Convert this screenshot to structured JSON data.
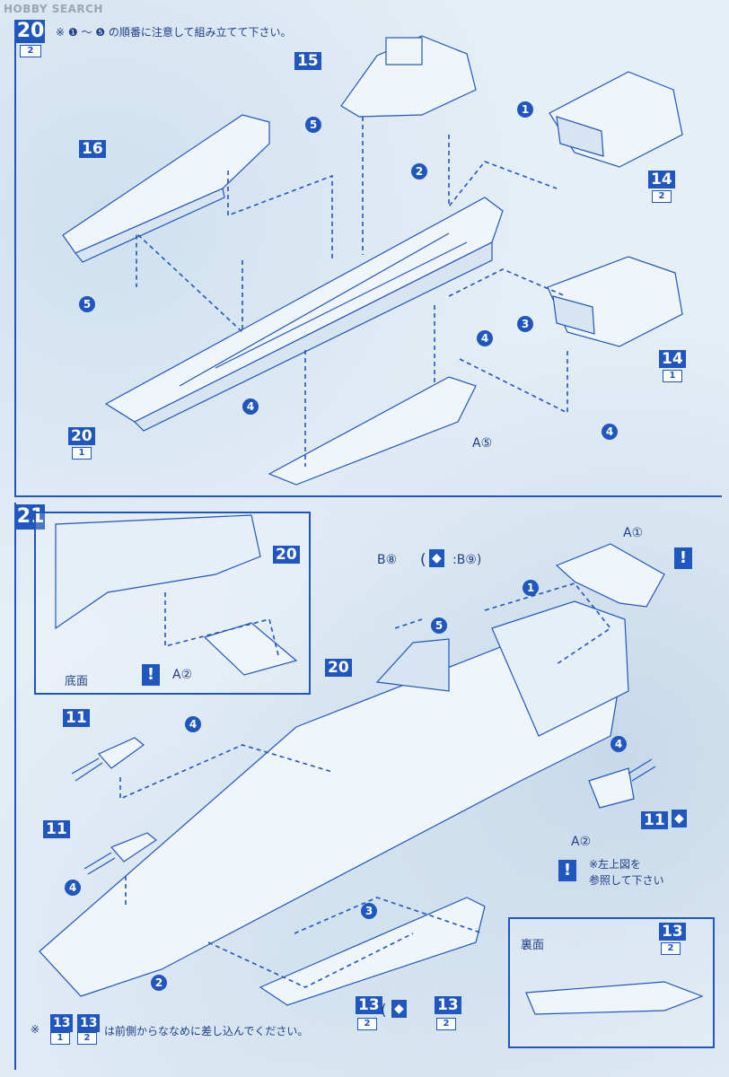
{
  "watermark": "HOBBY SEARCH",
  "step20": {
    "number": "20",
    "sub": "2",
    "note": "※ ❶ ～ ❺ の順番に注意して組み立てて下さい。",
    "parts": {
      "p15": "15",
      "p16": "16",
      "p14a": "14",
      "p14a_sub": "2",
      "p14b": "14",
      "p14b_sub": "1",
      "p20": "20",
      "p20_sub": "1",
      "a5": "A⑤"
    },
    "steps": [
      "1",
      "2",
      "3",
      "4",
      "5"
    ]
  },
  "step21": {
    "number": "21",
    "inset": {
      "label_bottom": "底面",
      "part_20": "20",
      "a2": "A②"
    },
    "a1": "A①",
    "b8": "B⑧",
    "b9_formula": ":B⑨)",
    "paren_open": "(",
    "part_20": "20",
    "part_11a": "11",
    "part_11b": "11",
    "part_11c": "11",
    "a2": "A②",
    "note_ref_line1": "※左上図を",
    "note_ref_line2": "参照して下さい",
    "back_label": "裏面",
    "part_13": "13",
    "part_13_sub": "2",
    "part_13b": "13",
    "part_13b_sub": "2",
    "part_13c": "13",
    "part_13c_sub": "2",
    "footer_note": "は前側からななめに差し込んでください。",
    "footer_p1": "13",
    "footer_p1_sub": "1",
    "footer_p2": "13",
    "footer_p2_sub": "2",
    "footer_star": "※",
    "steps": [
      "1",
      "2",
      "3",
      "4",
      "5"
    ],
    "warn": "!"
  }
}
